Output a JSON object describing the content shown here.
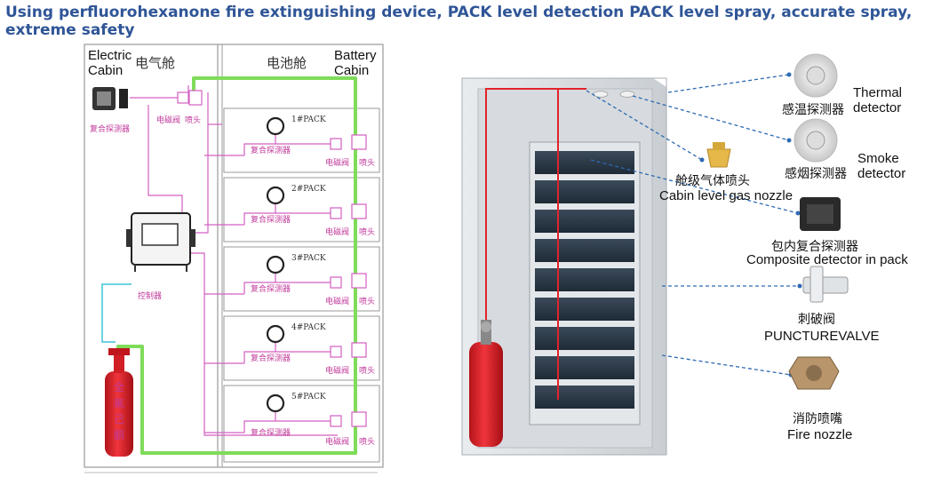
{
  "title": "Using perfluorohexanone fire extinguishing device, PACK level detection PACK level spray, accurate spray, extreme safety",
  "left_diagram": {
    "electric_cabin_en": "Electric Cabin",
    "electric_cabin_cn": "电气舱",
    "battery_cabin_cn": "电池舱",
    "battery_cabin_en": "Battery Cabin",
    "composite_detector_cn": "复合探测器",
    "solenoid_valve_cn": "电磁阀",
    "nozzle_cn": "喷头",
    "controller_cn": "控制器",
    "cylinder_cn": [
      "全",
      "氟",
      "己",
      "酮"
    ],
    "packs": [
      "1#PACK",
      "2#PACK",
      "3#PACK",
      "4#PACK",
      "5#PACK"
    ]
  },
  "right_legend": [
    {
      "cn": "感温探测器",
      "en": "Thermal detector",
      "icon": "thermal-detector-icon"
    },
    {
      "cn": "感烟探测器",
      "en": "Smoke detector",
      "icon": "smoke-detector-icon"
    },
    {
      "cn": "舱级气体喷头",
      "en": "Cabin level gas nozzle",
      "icon": "gas-nozzle-icon"
    },
    {
      "cn": "包内复合探测器",
      "en": "Composite detector in pack",
      "icon": "composite-detector-icon"
    },
    {
      "cn": "刺破阀",
      "en": "PUNCTUREVALVE",
      "icon": "puncture-valve-icon"
    },
    {
      "cn": "消防喷嘴",
      "en": "Fire nozzle",
      "icon": "fire-nozzle-icon"
    }
  ],
  "colors": {
    "title": "#2f5597",
    "pipe_green": "#7fdc5a",
    "wire_magenta": "#d35fc2",
    "cylinder_red": "#e2232a",
    "frame": "#999999"
  }
}
